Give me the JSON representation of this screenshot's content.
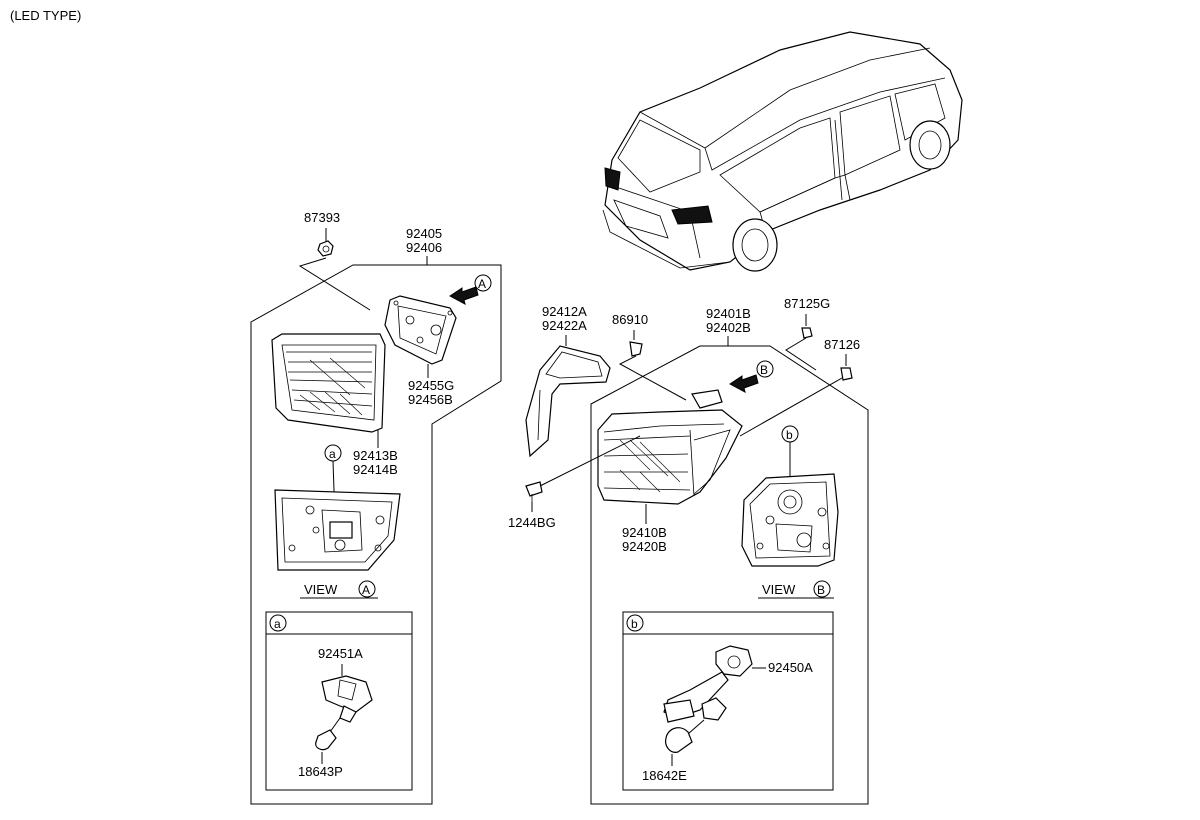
{
  "header": {
    "note": "(LED TYPE)"
  },
  "parts": {
    "p87393": "87393",
    "p92405": "92405",
    "p92406": "92406",
    "p92455G": "92455G",
    "p92456B": "92456B",
    "p92413B": "92413B",
    "p92414B": "92414B",
    "p92412A": "92412A",
    "p92422A": "92422A",
    "p86910": "86910",
    "p92401B": "92401B",
    "p92402B": "92402B",
    "p87125G": "87125G",
    "p87126": "87126",
    "p1244BG": "1244BG",
    "p92410B": "92410B",
    "p92420B": "92420B",
    "p92451A": "92451A",
    "p18643P": "18643P",
    "p92450A": "92450A",
    "p18642E": "18642E"
  },
  "callouts": {
    "A": "A",
    "B": "B",
    "a": "a",
    "b": "b"
  },
  "views": {
    "view_word": "VIEW"
  }
}
